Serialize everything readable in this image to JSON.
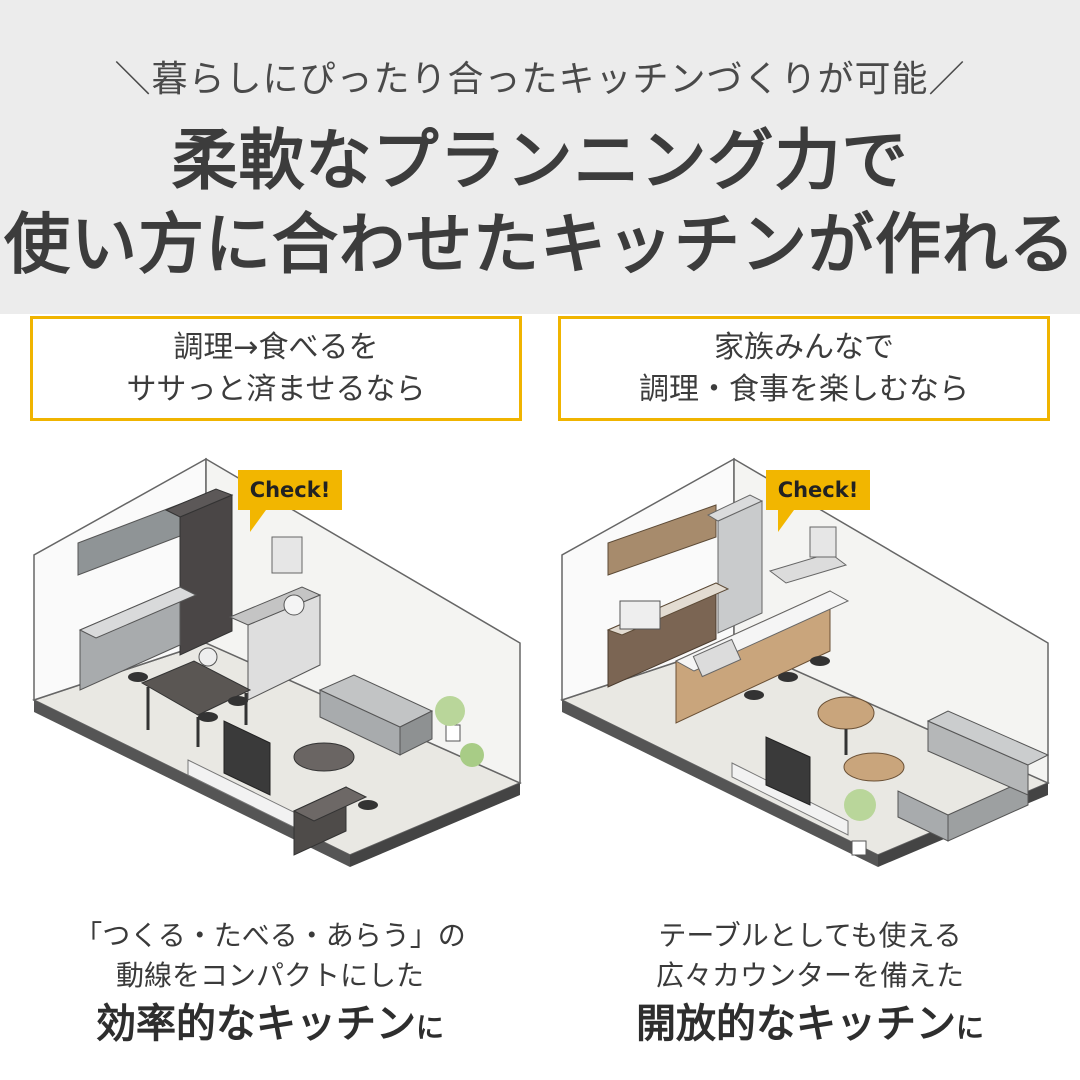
{
  "header": {
    "tagline": "＼暮らしにぴったり合ったキッチンづくりが可能／",
    "headline_line1": "柔軟なプランニング力で",
    "headline_line2": "使い方に合わせたキッチンが作れる"
  },
  "colors": {
    "accent": "#f2b600",
    "header_bg": "#ececec",
    "text": "#3c3c3c"
  },
  "panels": [
    {
      "box_line1": "調理→食べるを",
      "box_line2": "ササっと済ませるなら",
      "check_label": "Check!",
      "illustration_icon": "compact-kitchen-illustration-icon",
      "caption_line1": "「つくる・たべる・あらう」の",
      "caption_line2": "動線をコンパクトにした",
      "caption_emphasis": "効率的なキッチン",
      "caption_suffix": "に"
    },
    {
      "box_line1": "家族みんなで",
      "box_line2": "調理・食事を楽しむなら",
      "check_label": "Check!",
      "illustration_icon": "open-kitchen-illustration-icon",
      "caption_line1": "テーブルとしても使える",
      "caption_line2": "広々カウンターを備えた",
      "caption_emphasis": "開放的なキッチン",
      "caption_suffix": "に"
    }
  ]
}
